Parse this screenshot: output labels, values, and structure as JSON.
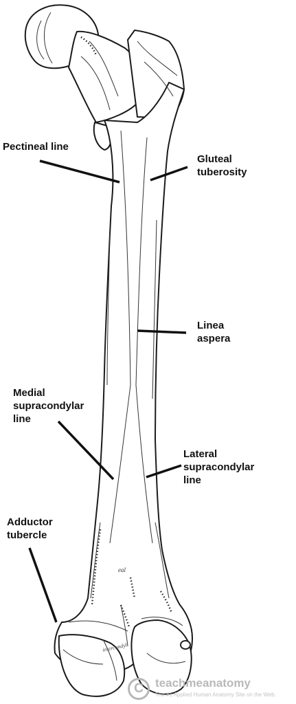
{
  "labels": {
    "pectineal": [
      "Pectineal line"
    ],
    "gluteal": [
      "Gluteal",
      "tuberosity"
    ],
    "linea": [
      "Linea",
      "aspera"
    ],
    "medial": [
      "Medial",
      "supracondylar",
      "line"
    ],
    "lateral": [
      "Lateral",
      "supracondylar",
      "line"
    ],
    "adductor": [
      "Adductor",
      "tubercle"
    ]
  },
  "engraving_text": {
    "shaft_mark": "eal",
    "condyle_mark": "intercondyl"
  },
  "watermark": {
    "symbol": "C",
    "name": "teachmeanatomy",
    "tagline": "The #1 Applied Human Anatomy Site on the Web."
  },
  "colors": {
    "ink": "#111111",
    "bone_fill": "#ffffff",
    "watermark": "#b9b9b9"
  }
}
